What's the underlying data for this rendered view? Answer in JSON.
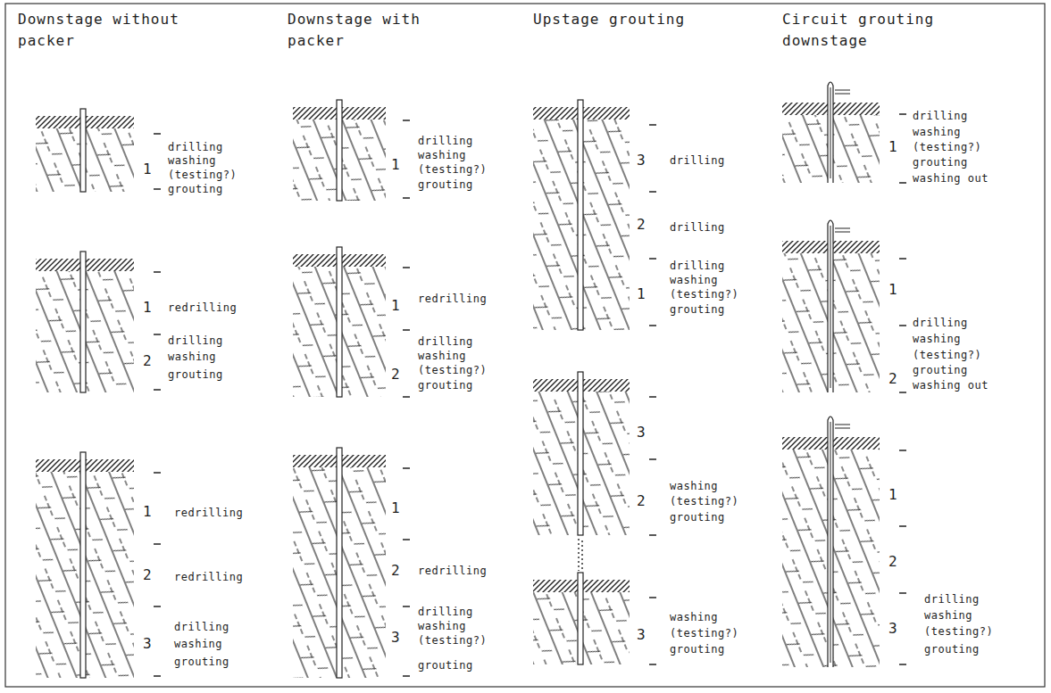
{
  "diagram": {
    "labels": [
      "Downstage without packer",
      "Downstage with packer",
      "Upstage grouting",
      "Circuit grouting downstage",
      "1",
      "drilling",
      "washing",
      "(testing?)",
      "grouting",
      "1",
      "redrilling",
      "2",
      "drilling",
      "washing",
      "grouting",
      "1",
      "redrilling",
      "2",
      "redrilling",
      "3",
      "drilling",
      "washing",
      "grouting",
      "1",
      "drilling",
      "washing",
      "(testing?)",
      "grouting",
      "1",
      "redrilling",
      "2",
      "drilling",
      "washing",
      "(testing?)",
      "grouting",
      "1",
      "2",
      "redrilling",
      "3",
      "drilling",
      "washing",
      "(testing?)",
      "grouting",
      "3",
      "drilling",
      "2",
      "drilling",
      "drilling",
      "washing",
      "1",
      "(testing?)",
      "grouting",
      "3",
      "washing",
      "2",
      "(testing?)",
      "grouting",
      "3",
      "washing",
      "(testing?)",
      "grouting",
      "1",
      "drilling",
      "washing",
      "(testing?)",
      "grouting",
      "washing out",
      "1",
      "2",
      "drilling",
      "washing",
      "(testing?)",
      "grouting",
      "washing out",
      "1",
      "2",
      "3",
      "drilling",
      "washing",
      "(testing?)",
      "grouting"
    ]
  }
}
